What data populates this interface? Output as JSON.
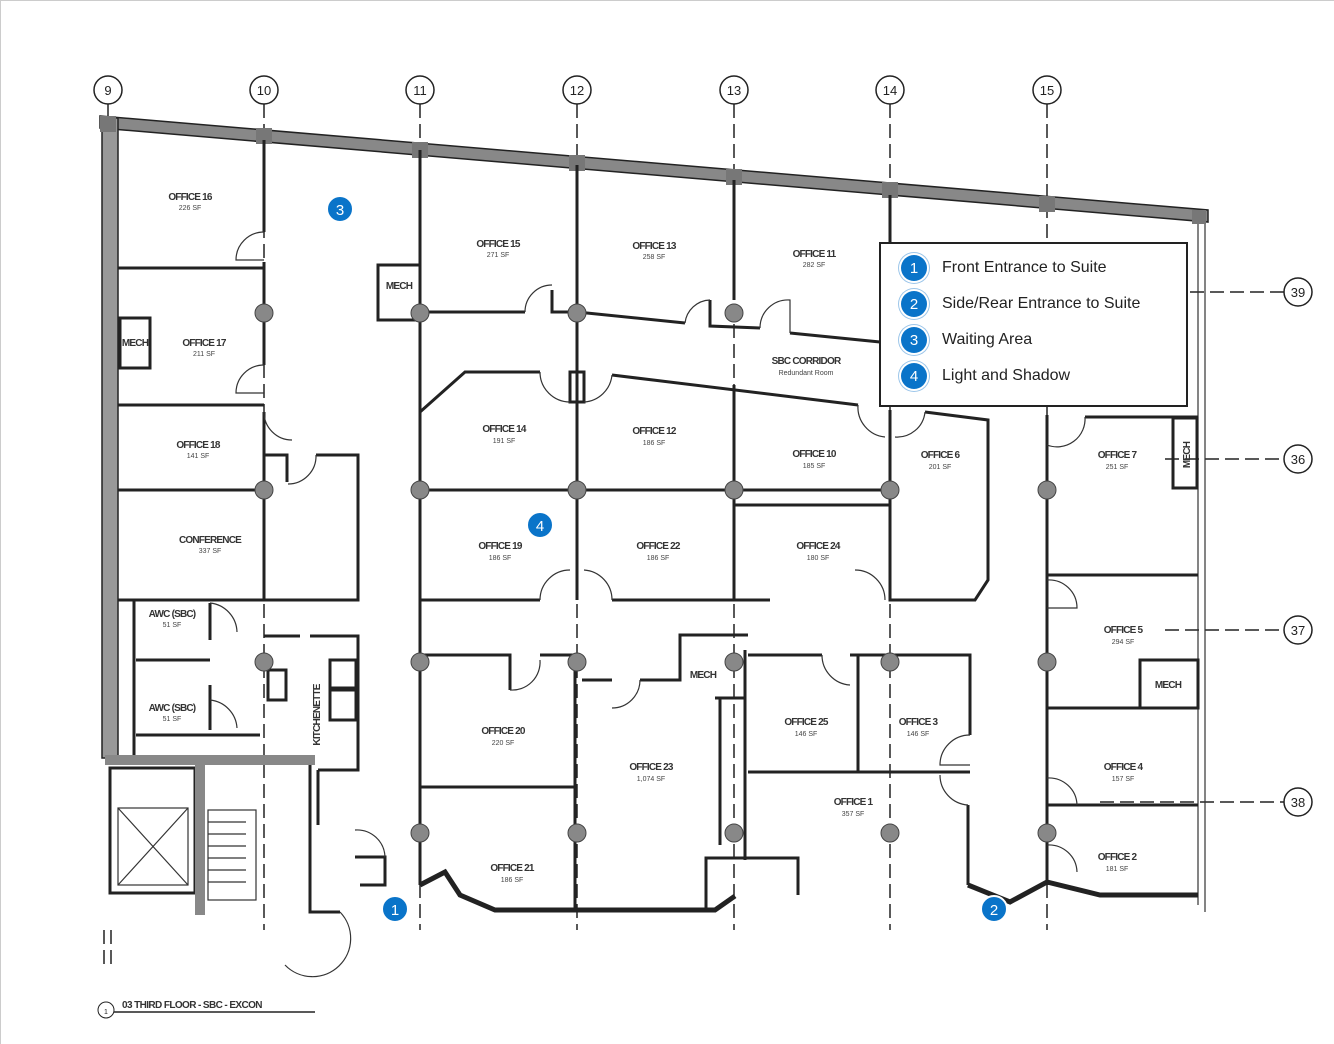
{
  "grid_lines": {
    "columns": [
      "9",
      "10",
      "11",
      "12",
      "13",
      "14",
      "15"
    ],
    "rows": [
      "39",
      "36",
      "37",
      "38"
    ]
  },
  "rooms": {
    "office16": {
      "name": "OFFICE 16",
      "area": "226 SF"
    },
    "office17": {
      "name": "OFFICE 17",
      "area": "211 SF"
    },
    "office18": {
      "name": "OFFICE 18",
      "area": "141 SF"
    },
    "conference": {
      "name": "CONFERENCE",
      "area": "337 SF"
    },
    "awc1": {
      "name": "AWC (SBC)",
      "area": "51 SF"
    },
    "awc2": {
      "name": "AWC (SBC)",
      "area": "51 SF"
    },
    "kitchenette": {
      "name": "KITCHENETTE"
    },
    "mech_a": {
      "name": "MECH"
    },
    "mech_b": {
      "name": "MECH"
    },
    "mech_c": {
      "name": "MECH"
    },
    "mech_d": {
      "name": "MECH"
    },
    "mech_e": {
      "name": "MECH"
    },
    "office15": {
      "name": "OFFICE 15",
      "area": "271 SF"
    },
    "office13": {
      "name": "OFFICE 13",
      "area": "258 SF"
    },
    "office11": {
      "name": "OFFICE 11",
      "area": "282 SF"
    },
    "corridor": {
      "name": "SBC CORRIDOR",
      "area": "Redundant Room"
    },
    "office14": {
      "name": "OFFICE 14",
      "area": "191 SF"
    },
    "office12": {
      "name": "OFFICE 12",
      "area": "186 SF"
    },
    "office10": {
      "name": "OFFICE 10",
      "area": "185 SF"
    },
    "office6": {
      "name": "OFFICE 6",
      "area": "201 SF"
    },
    "office7": {
      "name": "OFFICE 7",
      "area": "251 SF"
    },
    "office19": {
      "name": "OFFICE 19",
      "area": "186 SF"
    },
    "office22": {
      "name": "OFFICE 22",
      "area": "186 SF"
    },
    "office24": {
      "name": "OFFICE 24",
      "area": "180 SF"
    },
    "office5": {
      "name": "OFFICE 5",
      "area": "294 SF"
    },
    "office20": {
      "name": "OFFICE 20",
      "area": "220 SF"
    },
    "office23": {
      "name": "OFFICE 23",
      "area": "1,074 SF"
    },
    "office25": {
      "name": "OFFICE 25",
      "area": "146 SF"
    },
    "office3": {
      "name": "OFFICE 3",
      "area": "146 SF"
    },
    "office1": {
      "name": "OFFICE 1",
      "area": "357 SF"
    },
    "office4": {
      "name": "OFFICE 4",
      "area": "157 SF"
    },
    "office2": {
      "name": "OFFICE 2",
      "area": "181 SF"
    },
    "office21": {
      "name": "OFFICE 21",
      "area": "186 SF"
    }
  },
  "markers": [
    "1",
    "2",
    "3",
    "4"
  ],
  "legend": [
    {
      "num": "1",
      "label": "Front Entrance to Suite"
    },
    {
      "num": "2",
      "label": "Side/Rear Entrance to Suite"
    },
    {
      "num": "3",
      "label": "Waiting Area"
    },
    {
      "num": "4",
      "label": "Light and Shadow"
    }
  ],
  "drawing_title": {
    "number": "1",
    "text": "03 THIRD FLOOR - SBC - EXCON"
  },
  "colors": {
    "marker": "#0a74c9",
    "wall": "#222222",
    "column": "#888888"
  }
}
